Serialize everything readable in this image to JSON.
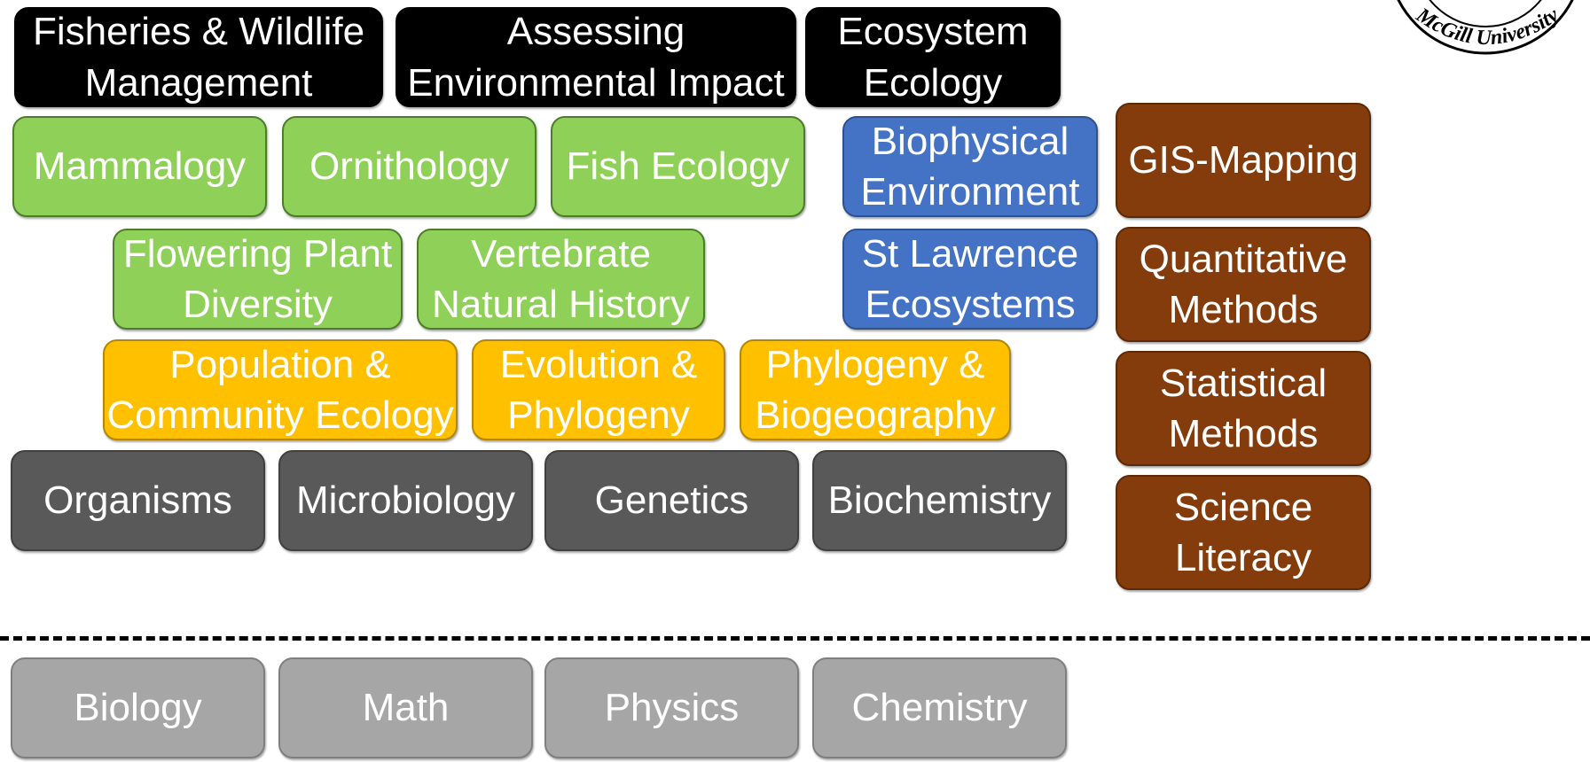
{
  "colors": {
    "management": "#000000",
    "ecology_courses": "#8fd158",
    "environment_courses": "#4472c4",
    "evolution_courses": "#ffc000",
    "core_courses": "#595959",
    "foundation_courses": "#a6a6a6",
    "skills": "#843c0c"
  },
  "logo": {
    "text": "McGill University",
    "icon": "university-seal-icon"
  },
  "top_row": [
    {
      "label": "Fisheries & Wildlife\nManagement"
    },
    {
      "label": "Assessing\nEnvironmental Impact"
    },
    {
      "label": "Ecosystem\nEcology"
    }
  ],
  "green_row1": [
    {
      "label": "Mammalogy"
    },
    {
      "label": "Ornithology"
    },
    {
      "label": "Fish Ecology"
    }
  ],
  "green_row2": [
    {
      "label": "Flowering Plant\nDiversity"
    },
    {
      "label": "Vertebrate\nNatural History"
    }
  ],
  "blue": [
    {
      "label": "Biophysical\nEnvironment"
    },
    {
      "label": "St Lawrence\nEcosystems"
    }
  ],
  "yellow_row": [
    {
      "label": "Population &\nCommunity Ecology"
    },
    {
      "label": "Evolution &\nPhylogeny"
    },
    {
      "label": "Phylogeny &\nBiogeography"
    }
  ],
  "core_row": [
    {
      "label": "Organisms"
    },
    {
      "label": "Microbiology"
    },
    {
      "label": "Genetics"
    },
    {
      "label": "Biochemistry"
    }
  ],
  "foundation_row": [
    {
      "label": "Biology"
    },
    {
      "label": "Math"
    },
    {
      "label": "Physics"
    },
    {
      "label": "Chemistry"
    }
  ],
  "skills": [
    {
      "label": "GIS-Mapping"
    },
    {
      "label": "Quantitative\nMethods"
    },
    {
      "label": "Statistical\nMethods"
    },
    {
      "label": "Science\nLiteracy"
    }
  ]
}
